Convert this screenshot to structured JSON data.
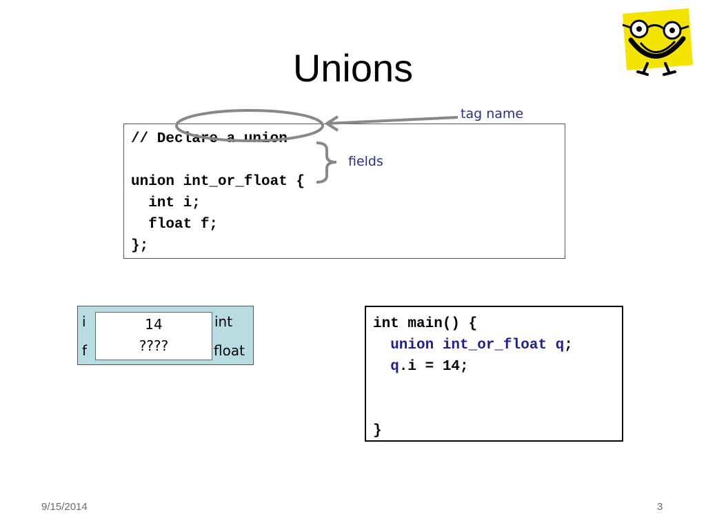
{
  "slide": {
    "title": "Unions",
    "date": "9/15/2014",
    "page_number": "3"
  },
  "annotations": {
    "tag_name": "tag name",
    "fields": "fields"
  },
  "declaration_code": [
    "// Declare a union",
    "",
    "union int_or_float {",
    "  int i;",
    "  float f;",
    "};"
  ],
  "memory_diagram": {
    "field_i_label": "i",
    "field_f_label": "f",
    "value_i": "14",
    "value_f": "????",
    "type_i": "int",
    "type_f": "float",
    "background": "#b7dde2"
  },
  "main_code": {
    "line1": "int main() {",
    "line2_keyword": "  union int_or_float ",
    "line2_var": "q",
    "line2_end": ";",
    "line3_var": "  q",
    "line3_rest": ".i = 14;",
    "line4": "",
    "line5": "",
    "line6": "}"
  },
  "colors": {
    "annotation_text": "#2d2d8f",
    "highlight_stroke": "#888888",
    "code_blue": "#1F1F8F",
    "mascot_yellow": "#f5e300"
  },
  "icons": [
    "mascot-logo-icon"
  ]
}
